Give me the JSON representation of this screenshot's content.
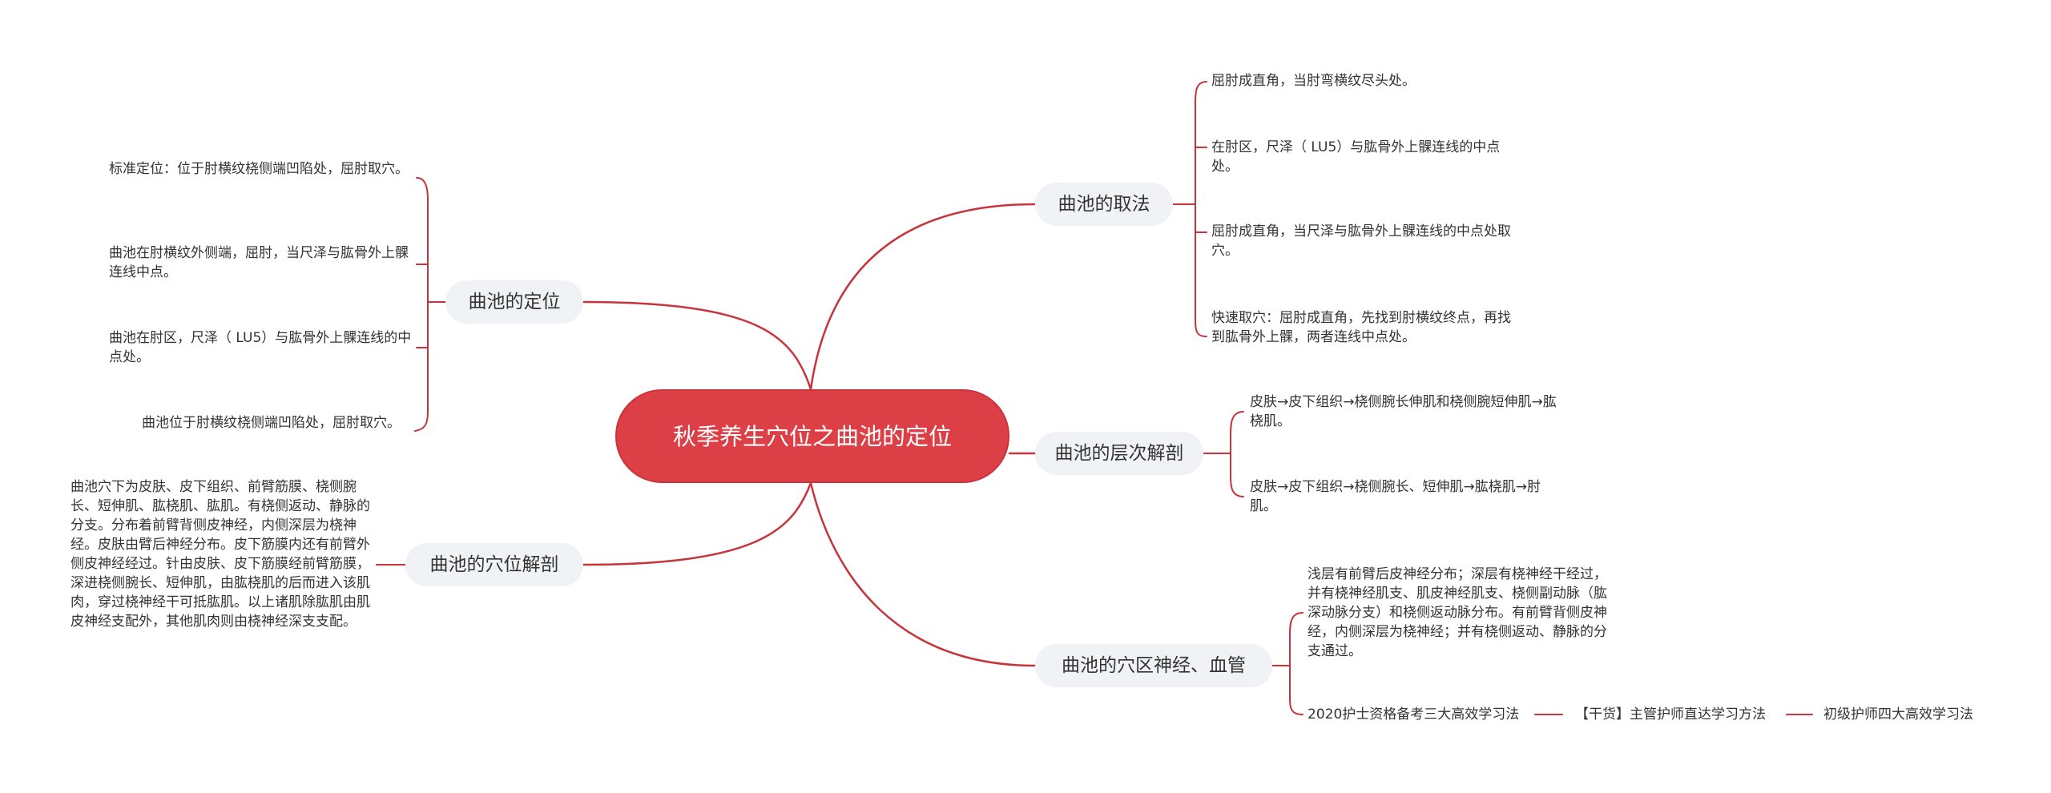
{
  "colors": {
    "accent": "#dc3f46",
    "link": "#c8343b",
    "branch_bg": "#f0f2f5",
    "text": "#333333"
  },
  "root": {
    "label": "秋季养生穴位之曲池的定位"
  },
  "branches": {
    "qufa": {
      "label": "曲池的取法",
      "items": [
        "屈肘成直角，当肘弯横纹尽头处。",
        "在肘区，尺泽（ LU5）与肱骨外上髁连线的中点处。",
        "屈肘成直角，当尺泽与肱骨外上髁连线的中点处取穴。",
        "快速取穴：屈肘成直角，先找到肘横纹终点，再找到肱骨外上髁，两者连线中点处。"
      ]
    },
    "cengci": {
      "label": "曲池的层次解剖",
      "items": [
        "皮肤→皮下组织→桡侧腕长伸肌和桡侧腕短伸肌→肱桡肌。",
        "皮肤→皮下组织→桡侧腕长、短伸肌→肱桡肌→肘肌。"
      ]
    },
    "shenjing": {
      "label": "曲池的穴区神经、血管",
      "items": [
        "浅层有前臂后皮神经分布；深层有桡神经干经过，并有桡神经肌支、肌皮神经肌支、桡侧副动脉（肱深动脉分支）和桡侧返动脉分布。有前臂背侧皮神经，内侧深层为桡神经；并有桡侧返动、静脉的分支通过。"
      ],
      "chain": [
        "2020护士资格备考三大高效学习法",
        "【干货】主管护师直达学习方法",
        "初级护师四大高效学习法"
      ]
    },
    "dingwei": {
      "label": "曲池的定位",
      "items": [
        "标准定位：位于肘横纹桡侧端凹陷处，屈肘取穴。",
        "曲池在肘横纹外侧端，屈肘，当尺泽与肱骨外上髁连线中点。",
        "曲池在肘区，尺泽（ LU5）与肱骨外上髁连线的中点处。",
        "曲池位于肘横纹桡侧端凹陷处，屈肘取穴。"
      ]
    },
    "jiepou": {
      "label": "曲池的穴位解剖",
      "items": [
        "曲池穴下为皮肤、皮下组织、前臂筋膜、桡侧腕长、短伸肌、肱桡肌、肱肌。有桡侧返动、静脉的分支。分布着前臂背侧皮神经，内侧深层为桡神经。皮肤由臂后神经分布。皮下筋膜内还有前臂外侧皮神经经过。针由皮肤、皮下筋膜经前臂筋膜，深进桡侧腕长、短伸肌，由肱桡肌的后而进入该肌肉，穿过桡神经干可抵肱肌。以上诸肌除肱肌由肌皮神经支配外，其他肌肉则由桡神经深支支配。"
      ]
    }
  }
}
